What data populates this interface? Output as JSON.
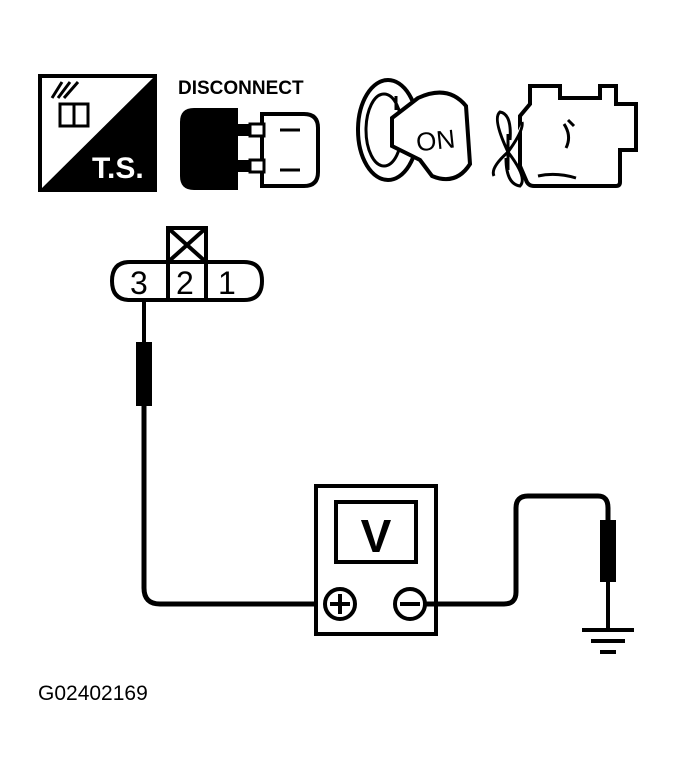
{
  "icons": {
    "test_simulation_label": "T.S.",
    "disconnect_label": "DISCONNECT",
    "ignition_label": "ON"
  },
  "connector": {
    "pins": [
      "3",
      "2",
      "1"
    ]
  },
  "meter": {
    "mode_label": "V"
  },
  "figure_id": "G02402169"
}
